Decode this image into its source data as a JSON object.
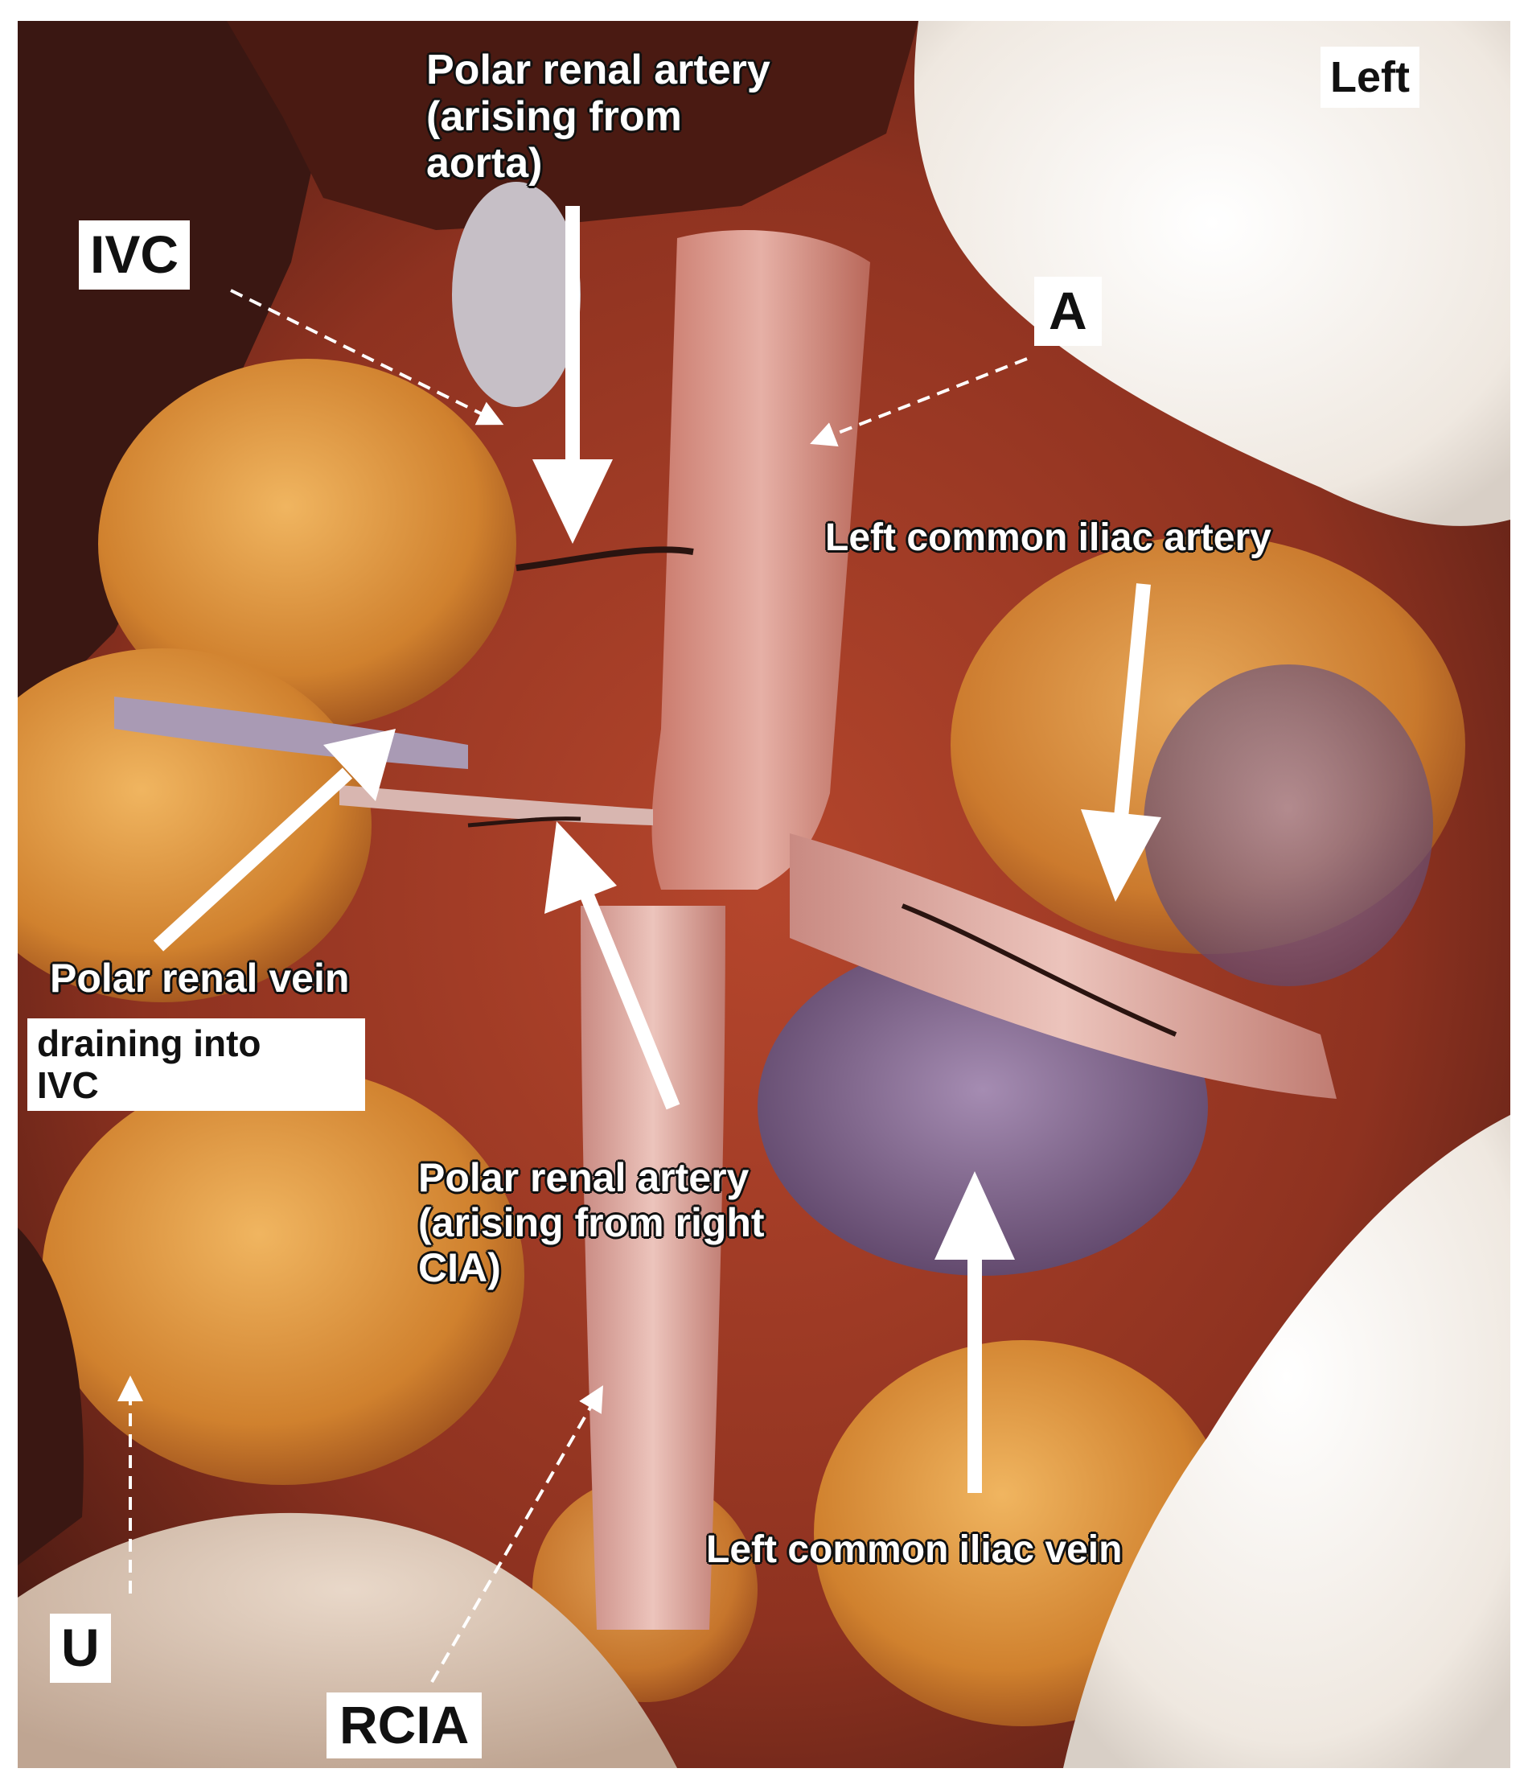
{
  "labels": {
    "left": "Left",
    "ivc": "IVC",
    "a": "A",
    "u": "U",
    "rcia": "RCIA",
    "polar_renal_artery_aorta": [
      "Polar renal artery",
      "(arising from",
      "aorta)"
    ],
    "left_common_iliac_artery": "Left common iliac artery",
    "polar_renal_vein": "Polar renal vein",
    "draining_into_ivc": [
      "draining into",
      "IVC"
    ],
    "polar_renal_artery_right_cia": [
      "Polar renal artery",
      "(arising from right",
      "CIA)"
    ],
    "left_common_iliac_vein": "Left common iliac vein"
  },
  "colors": {
    "tissue_dark": "#5a1e14",
    "tissue_red": "#a63a26",
    "fat_yellow": "#d9903a",
    "gauze": "#f4efe8",
    "vein_purple": "#8a6f9a",
    "vessel_pink": "#e2a8a0",
    "arrow": "#ffffff"
  }
}
